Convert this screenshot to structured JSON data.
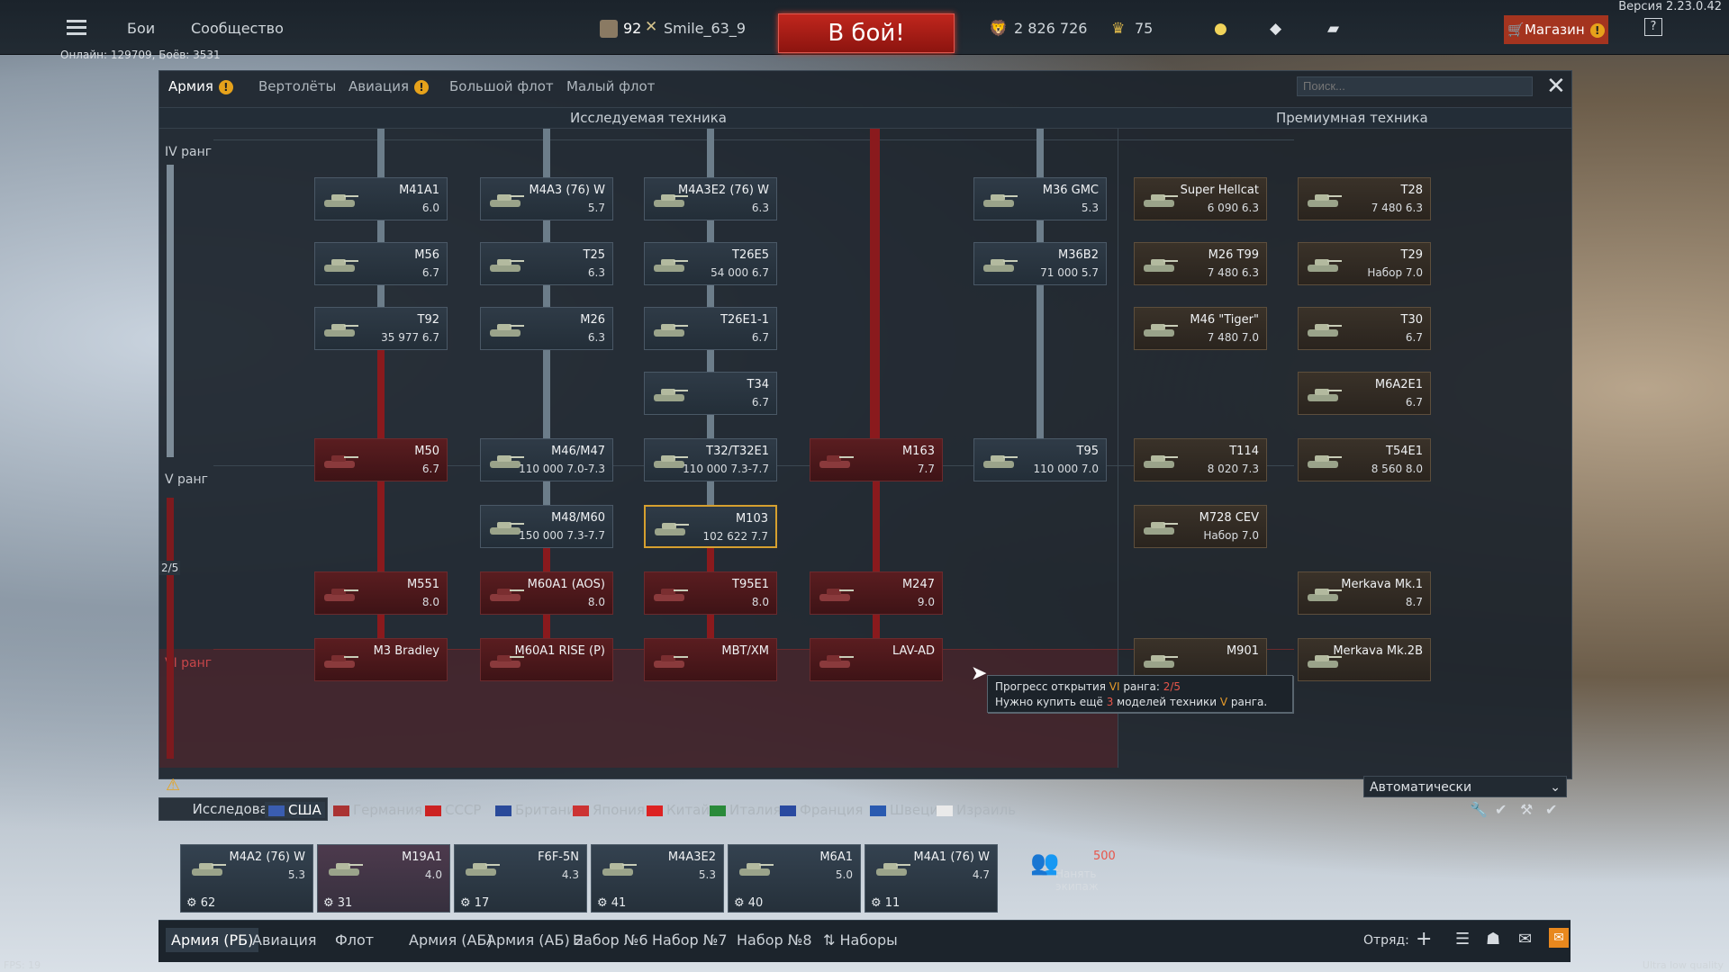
{
  "app": {
    "version": "Версия 2.23.0.42",
    "online": "Онлайн: 129709, Боёв: 3531",
    "fps": "FPS: 19",
    "quality": "Ultra low quality"
  },
  "topbar": {
    "nav": [
      "Бои",
      "Сообщество"
    ],
    "player_level": "92",
    "player_name": "Smile_63_9",
    "battle_button": "В бой!",
    "silver_lions": "2 826 726",
    "golden_eagles": "75",
    "shop_label": "Магазин"
  },
  "tabs": [
    "Армия",
    "Вертолёты",
    "Авиация",
    "Большой флот",
    "Малый флот"
  ],
  "search_placeholder": "Поиск...",
  "sections": {
    "researched": "Исследуемая техника",
    "premium": "Премиумная техника"
  },
  "ranks": {
    "iv": "IV ранг",
    "v": "V ранг",
    "vi": "VI ранг",
    "progress": "2/5"
  },
  "tree": {
    "col1": [
      {
        "name": "M41A1",
        "stat": "6.0"
      },
      {
        "name": "M56",
        "stat": "6.7"
      },
      {
        "name": "T92",
        "stat": "35 977  6.7"
      },
      {
        "name": "M50",
        "stat": "6.7"
      },
      {
        "name": "M551",
        "stat": "8.0"
      },
      {
        "name": "M3 Bradley",
        "stat": ""
      }
    ],
    "col2": [
      {
        "name": "M4A3 (76) W",
        "stat": "5.7"
      },
      {
        "name": "T25",
        "stat": "6.3"
      },
      {
        "name": "M26",
        "stat": "6.3"
      },
      {
        "name": "M46/M47",
        "stat": "110 000  7.0-7.3"
      },
      {
        "name": "M48/M60",
        "stat": "150 000  7.3-7.7"
      },
      {
        "name": "M60A1 (AOS)",
        "stat": "8.0"
      },
      {
        "name": "M60A1 RISE (P)",
        "stat": ""
      }
    ],
    "col3": [
      {
        "name": "M4A3E2 (76) W",
        "stat": "6.3"
      },
      {
        "name": "T26E5",
        "stat": "54 000  6.7"
      },
      {
        "name": "T26E1-1",
        "stat": "6.7"
      },
      {
        "name": "T34",
        "stat": "6.7"
      },
      {
        "name": "T32/T32E1",
        "stat": "110 000  7.3-7.7"
      },
      {
        "name": "M103",
        "stat": "102 622  7.7"
      },
      {
        "name": "T95E1",
        "stat": "8.0"
      },
      {
        "name": "MBT/XM",
        "stat": ""
      }
    ],
    "col4": [
      {
        "name": "M163",
        "stat": "7.7"
      },
      {
        "name": "M247",
        "stat": "9.0"
      },
      {
        "name": "LAV-AD",
        "stat": ""
      }
    ],
    "col5": [
      {
        "name": "M36 GMC",
        "stat": "5.3"
      },
      {
        "name": "M36B2",
        "stat": "71 000  5.7"
      },
      {
        "name": "T95",
        "stat": "110 000  7.0"
      }
    ],
    "prem1": [
      {
        "name": "Super Hellcat",
        "stat": "6 090  6.3"
      },
      {
        "name": "M26 T99",
        "stat": "7 480  6.3"
      },
      {
        "name": "M46 \"Tiger\"",
        "stat": "7 480  7.0"
      },
      {
        "name": "T114",
        "stat": "8 020  7.3"
      },
      {
        "name": "M728 CEV",
        "stat": "Набор 7.0"
      },
      {
        "name": "M901",
        "stat": ""
      }
    ],
    "prem2": [
      {
        "name": "T28",
        "stat": "7 480  6.3"
      },
      {
        "name": "T29",
        "stat": "Набор 7.0"
      },
      {
        "name": "T30",
        "stat": "6.7"
      },
      {
        "name": "M6A2E1",
        "stat": "6.7"
      },
      {
        "name": "T54E1",
        "stat": "8 560  8.0"
      },
      {
        "name": "Merkava Mk.1",
        "stat": "8.7"
      },
      {
        "name": "Merkava Mk.2B",
        "stat": ""
      }
    ]
  },
  "tooltip": {
    "line1_a": "Прогресс открытия ",
    "rank": "VI",
    "line1_b": " ранга: ",
    "progress": "2/5",
    "line2_a": "Нужно купить ещё ",
    "count": "3",
    "line2_b": " моделей техники ",
    "rank2": "V",
    "line2_c": " ранга."
  },
  "research_label": "Исследования",
  "auto_select": "Автоматически",
  "nations": [
    "США",
    "Германия",
    "СССР",
    "Британия",
    "Япония",
    "Китай",
    "Италия",
    "Франция",
    "Швеция",
    "Израиль"
  ],
  "crew": [
    {
      "name": "M4A2 (76) W",
      "br": "5.3",
      "crew": "62"
    },
    {
      "name": "M19A1",
      "br": "4.0",
      "crew": "31"
    },
    {
      "name": "F6F-5N",
      "br": "4.3",
      "crew": "17"
    },
    {
      "name": "M4A3E2",
      "br": "5.3",
      "crew": "41"
    },
    {
      "name": "M6A1",
      "br": "5.0",
      "crew": "40"
    },
    {
      "name": "M4A1 (76) W",
      "br": "4.7",
      "crew": "11"
    }
  ],
  "hire_crew": {
    "cost": "500",
    "label": "Нанять экипаж"
  },
  "presets": [
    "Армия (РБ)",
    "Авиация",
    "Флот",
    "Армия (АБ)",
    "Армия (АБ) 2",
    "Набор №6",
    "Набор №7",
    "Набор №8",
    "Наборы"
  ],
  "squad_label": "Отряд:"
}
